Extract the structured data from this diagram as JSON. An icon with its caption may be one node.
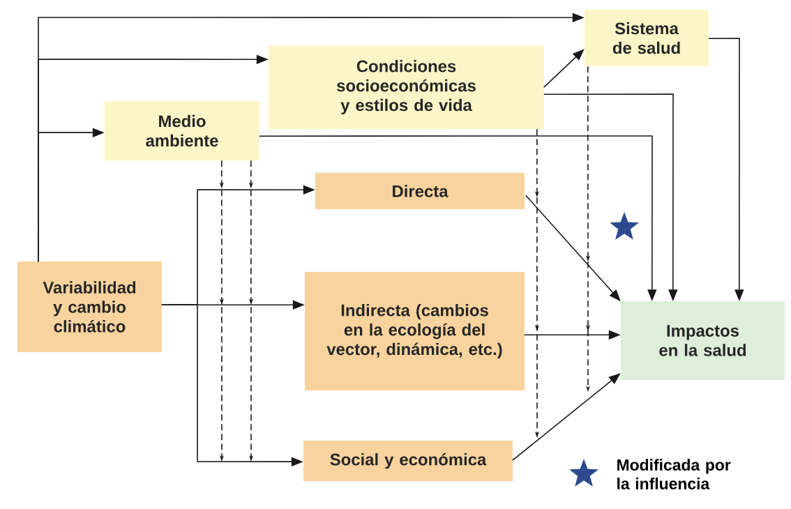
{
  "diagram": {
    "nodes": [
      {
        "text": [
          "Sistema de salud"
        ]
      },
      {
        "text": [
          "Condiciones socioeconómicas y estilos de vida"
        ]
      },
      {
        "text": [
          "Medio ambiente"
        ]
      },
      {
        "text": [
          "Directa"
        ]
      },
      {
        "text": [
          "Variabilidad y cambio climático"
        ]
      },
      {
        "text": [
          "Indirecta (cambios en la ecología del vector, dinámica, etc.)"
        ]
      },
      {
        "text": [
          "Impactos en la salud"
        ]
      },
      {
        "text": [
          "Social y económica"
        ]
      }
    ],
    "edges": [
      {
        "from": 4,
        "to": 0,
        "arrow": "to"
      },
      {
        "from": 4,
        "to": 1,
        "arrow": "to"
      },
      {
        "from": 4,
        "to": 2,
        "arrow": "to"
      },
      {
        "from": 4,
        "to": 3,
        "arrow": "to"
      },
      {
        "from": 4,
        "to": 5,
        "arrow": "to"
      },
      {
        "from": 4,
        "to": 7,
        "arrow": "to"
      },
      {
        "from": 1,
        "to": 0,
        "arrow": "to"
      },
      {
        "from": 2,
        "to": 6,
        "arrow": "to"
      },
      {
        "from": 1,
        "to": 6,
        "arrow": "to"
      },
      {
        "from": 0,
        "to": 6,
        "arrow": "to"
      },
      {
        "from": 3,
        "to": 6,
        "arrow": "to"
      },
      {
        "from": 5,
        "to": 6,
        "arrow": "to"
      },
      {
        "from": 7,
        "to": 6,
        "arrow": "to"
      },
      {
        "from": 2,
        "to": null,
        "arrow": "to",
        "style": "dashed"
      },
      {
        "from": 2,
        "to": null,
        "arrow": "to",
        "style": "dashed"
      },
      {
        "from": 1,
        "to": null,
        "arrow": "to",
        "style": "dashed"
      },
      {
        "from": 0,
        "to": null,
        "arrow": "to",
        "style": "dashed"
      }
    ],
    "legend": [
      {
        "text": "Modificada por la influencia"
      }
    ]
  }
}
